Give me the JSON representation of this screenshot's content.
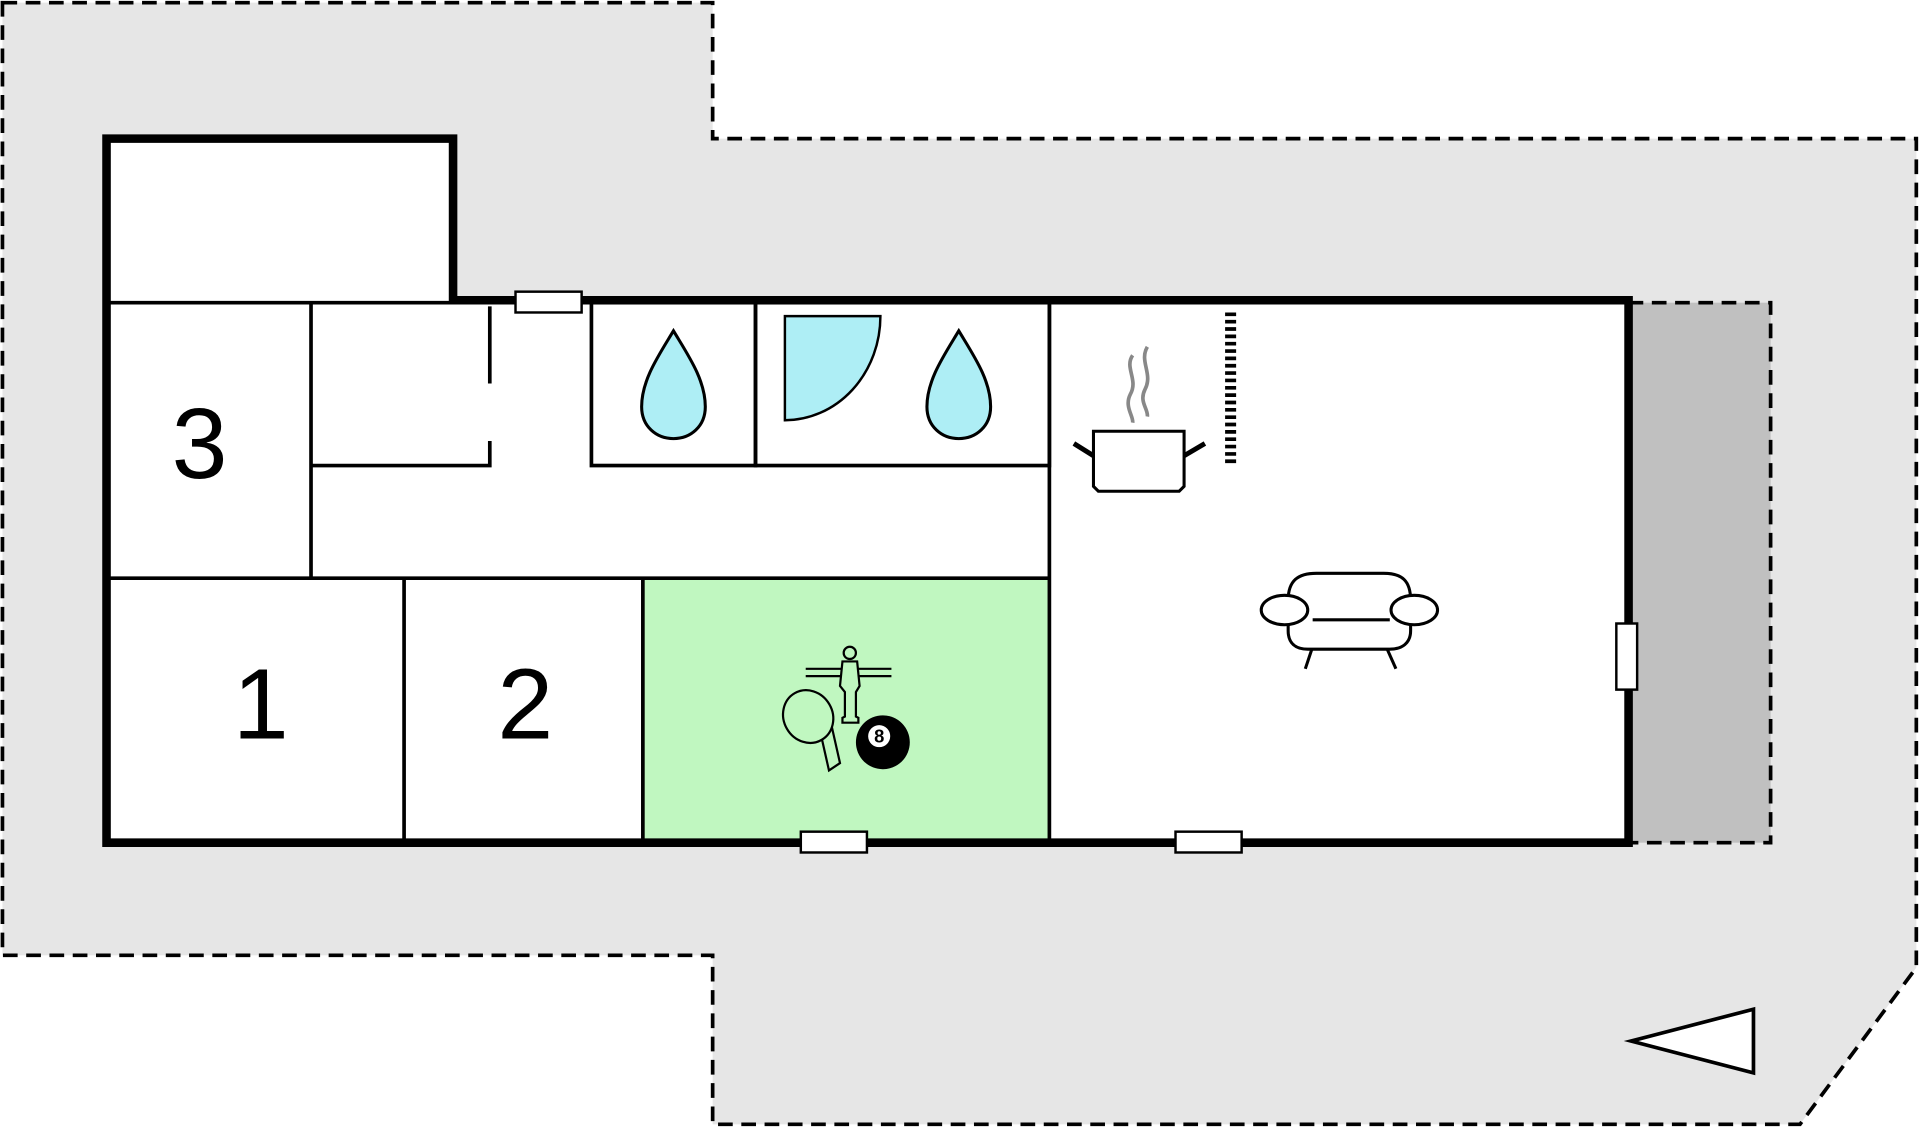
{
  "rooms": {
    "bedroom_1": {
      "label": "1"
    },
    "bedroom_2": {
      "label": "2"
    },
    "bedroom_3": {
      "label": "3"
    }
  },
  "game_room": {
    "ball_number": "8"
  },
  "icons": [
    "water-drop-icon",
    "shower-icon",
    "cooking-pot-icon",
    "steam-icon",
    "radiator-icon",
    "sofa-icon",
    "foosball-icon",
    "ping-pong-paddle-icon",
    "billiard-ball-icon",
    "north-arrow-icon",
    "window-icon"
  ],
  "colors": {
    "terrace": "#e6e6e6",
    "covered_terrace": "#c0c0c0",
    "game_room": "#c0f7c0",
    "water": "#aeeef5",
    "wall": "#000000"
  }
}
